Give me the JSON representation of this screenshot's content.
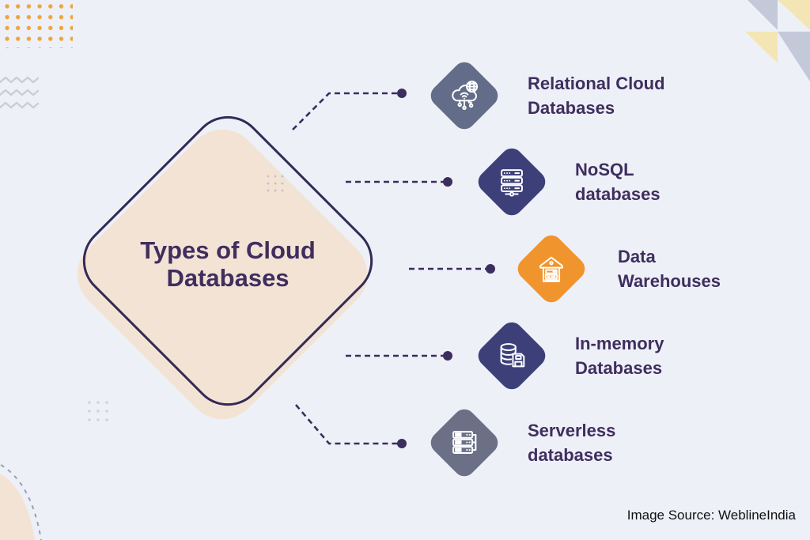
{
  "diagram": {
    "title": {
      "line1": "Types of Cloud",
      "line2": "Databases"
    },
    "items": [
      {
        "label_line1": "Relational Cloud",
        "label_line2": "Databases",
        "icon": "cloud-database-icon",
        "color": "#636d89"
      },
      {
        "label_line1": "NoSQL",
        "label_line2": "databases",
        "icon": "server-stack-icon",
        "color": "#3d4078"
      },
      {
        "label_line1": "Data",
        "label_line2": "Warehouses",
        "icon": "warehouse-icon",
        "color": "#f0942d"
      },
      {
        "label_line1": "In-memory",
        "label_line2": "Databases",
        "icon": "in-memory-database-icon",
        "color": "#3d4078"
      },
      {
        "label_line1": "Serverless",
        "label_line2": "databases",
        "icon": "server-rack-icon",
        "color": "#6b7087"
      }
    ],
    "footer": {
      "credit": "Image Source: WeblineIndia"
    },
    "colors": {
      "background": "#eef0f8",
      "diamond_fill": "#f3e3d4",
      "diamond_outline": "#332a56",
      "title_text": "#3f2e5e",
      "connector": "#3b2d5e",
      "footer_text": "#111111",
      "deco_dots_orange": "#efa53e",
      "deco_zigzag_gray": "#c9cdd9",
      "deco_triangle_gray": "#c4c9da",
      "deco_triangle_yellow": "#f4e6b4",
      "deco_blob_beige": "#f3e3d4"
    }
  }
}
